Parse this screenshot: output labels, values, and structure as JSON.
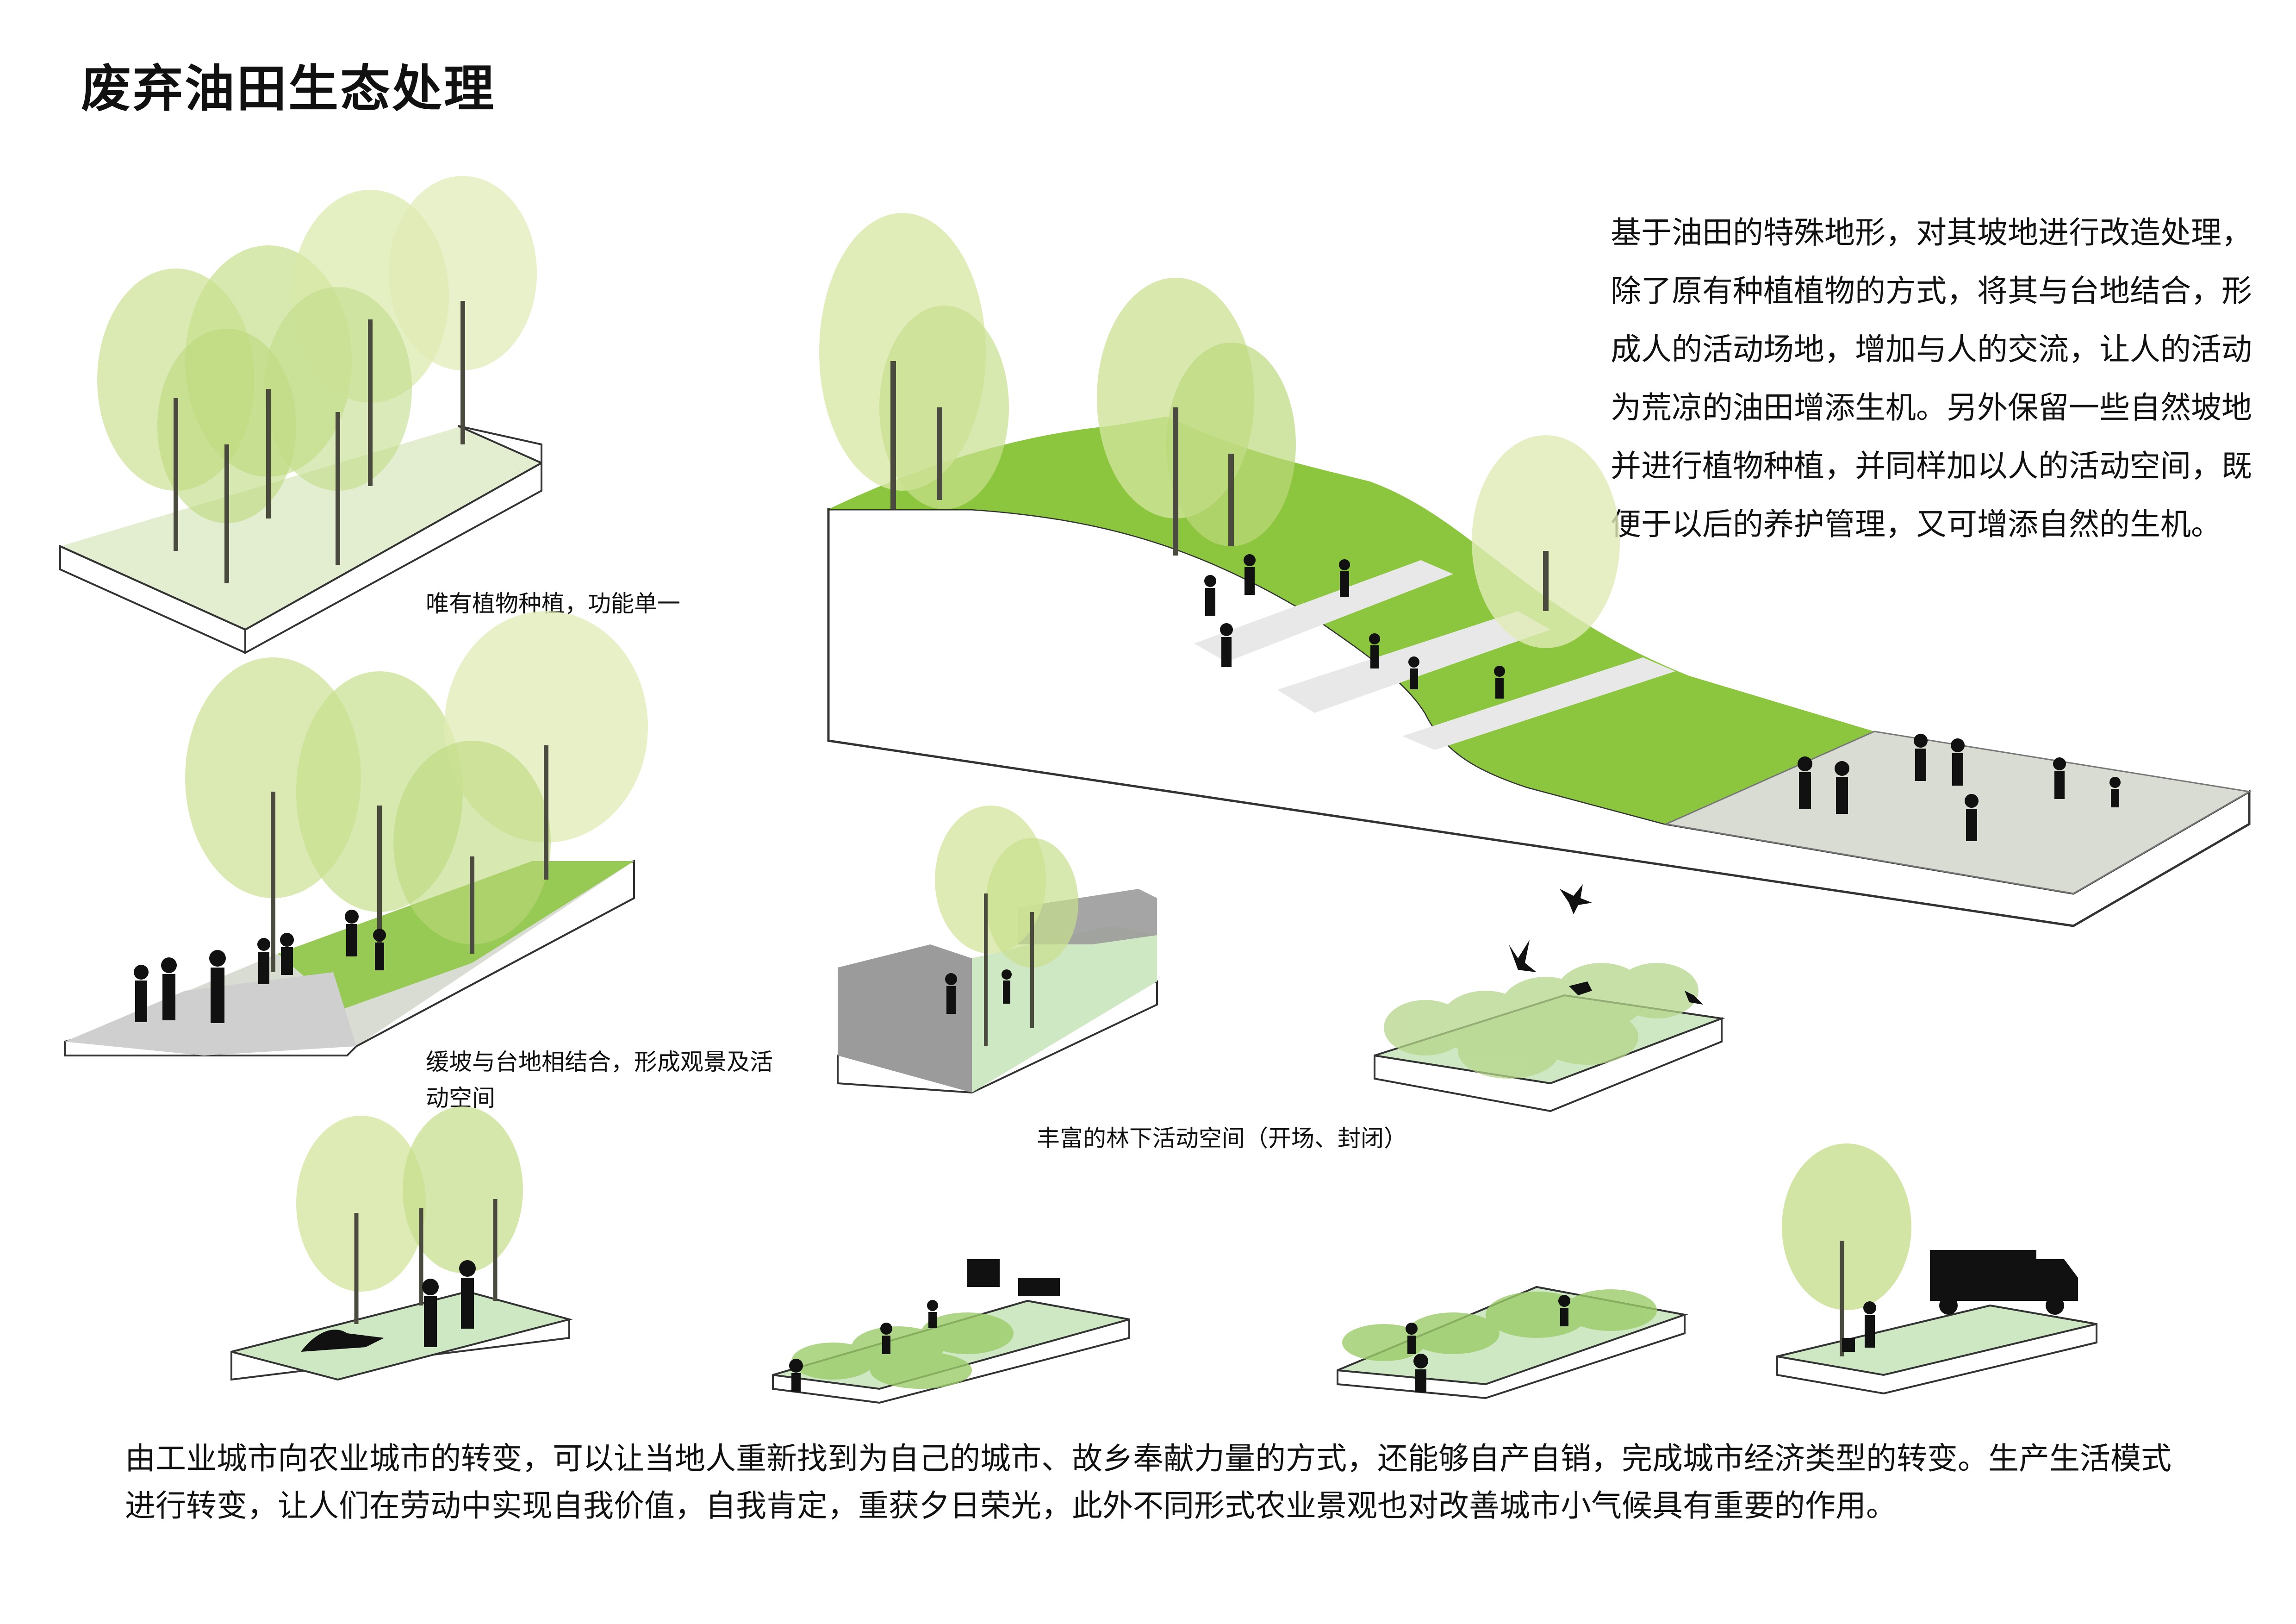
{
  "title": "废弃油田生态处理",
  "intro_text": "基于油田的特殊地形，对其坡地进行改造处理，除了原有种植植物的方式，将其与台地结合，形成人的活动场地，增加与人的交流，让人的活动为荒凉的油田增添生机。另外保留一些自然坡地并进行植物种植，并同样加以人的活动空间，既便于以后的养护管理，又可增添自然的生机。",
  "captions": {
    "plant_only": "唯有植物种植，功能单一",
    "slope_terrace": "缓坡与台地相结合，形成观景及活动空间",
    "forest_space": "丰富的林下活动空间（开场、封闭）"
  },
  "conclusion_text": "由工业城市向农业城市的转变，可以让当地人重新找到为自己的城市、故乡奉献力量的方式，还能够自产自销，完成城市经济类型的转变。生产生活模式进行转变，让人们在劳动中实现自我价值，自我肯定，重获夕日荣光，此外不同形式农业景观也对改善城市小气候具有重要的作用。",
  "colors": {
    "grass": "#8cc63f",
    "grass_dark": "#5ea52b",
    "pale_green": "#e3eed0",
    "mint": "#cfe8c4",
    "canopy": "#d9e8a8",
    "trunk": "#4a4a3e",
    "pavement": "#d8dcd2",
    "grey_wall": "#9b9b9b",
    "figure": "#111111"
  }
}
